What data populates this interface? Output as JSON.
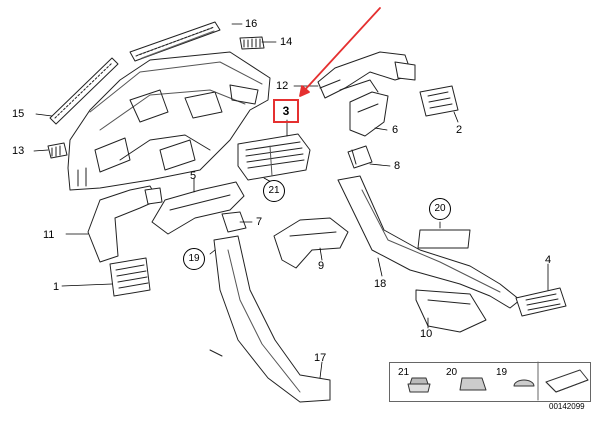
{
  "callouts": {
    "c1": "1",
    "c2": "2",
    "c3": "3",
    "c4": "4",
    "c5": "5",
    "c6": "6",
    "c7": "7",
    "c8": "8",
    "c9": "9",
    "c10": "10",
    "c11": "11",
    "c12": "12",
    "c13": "13",
    "c14": "14",
    "c15": "15",
    "c16": "16",
    "c17": "17",
    "c18": "18",
    "c19": "19",
    "c20": "20",
    "c21": "21"
  },
  "highlight": {
    "part": "3",
    "color": "#e53030"
  },
  "legend": {
    "l21": "21",
    "l20": "20",
    "l19": "19"
  },
  "doc_number": "00142099"
}
